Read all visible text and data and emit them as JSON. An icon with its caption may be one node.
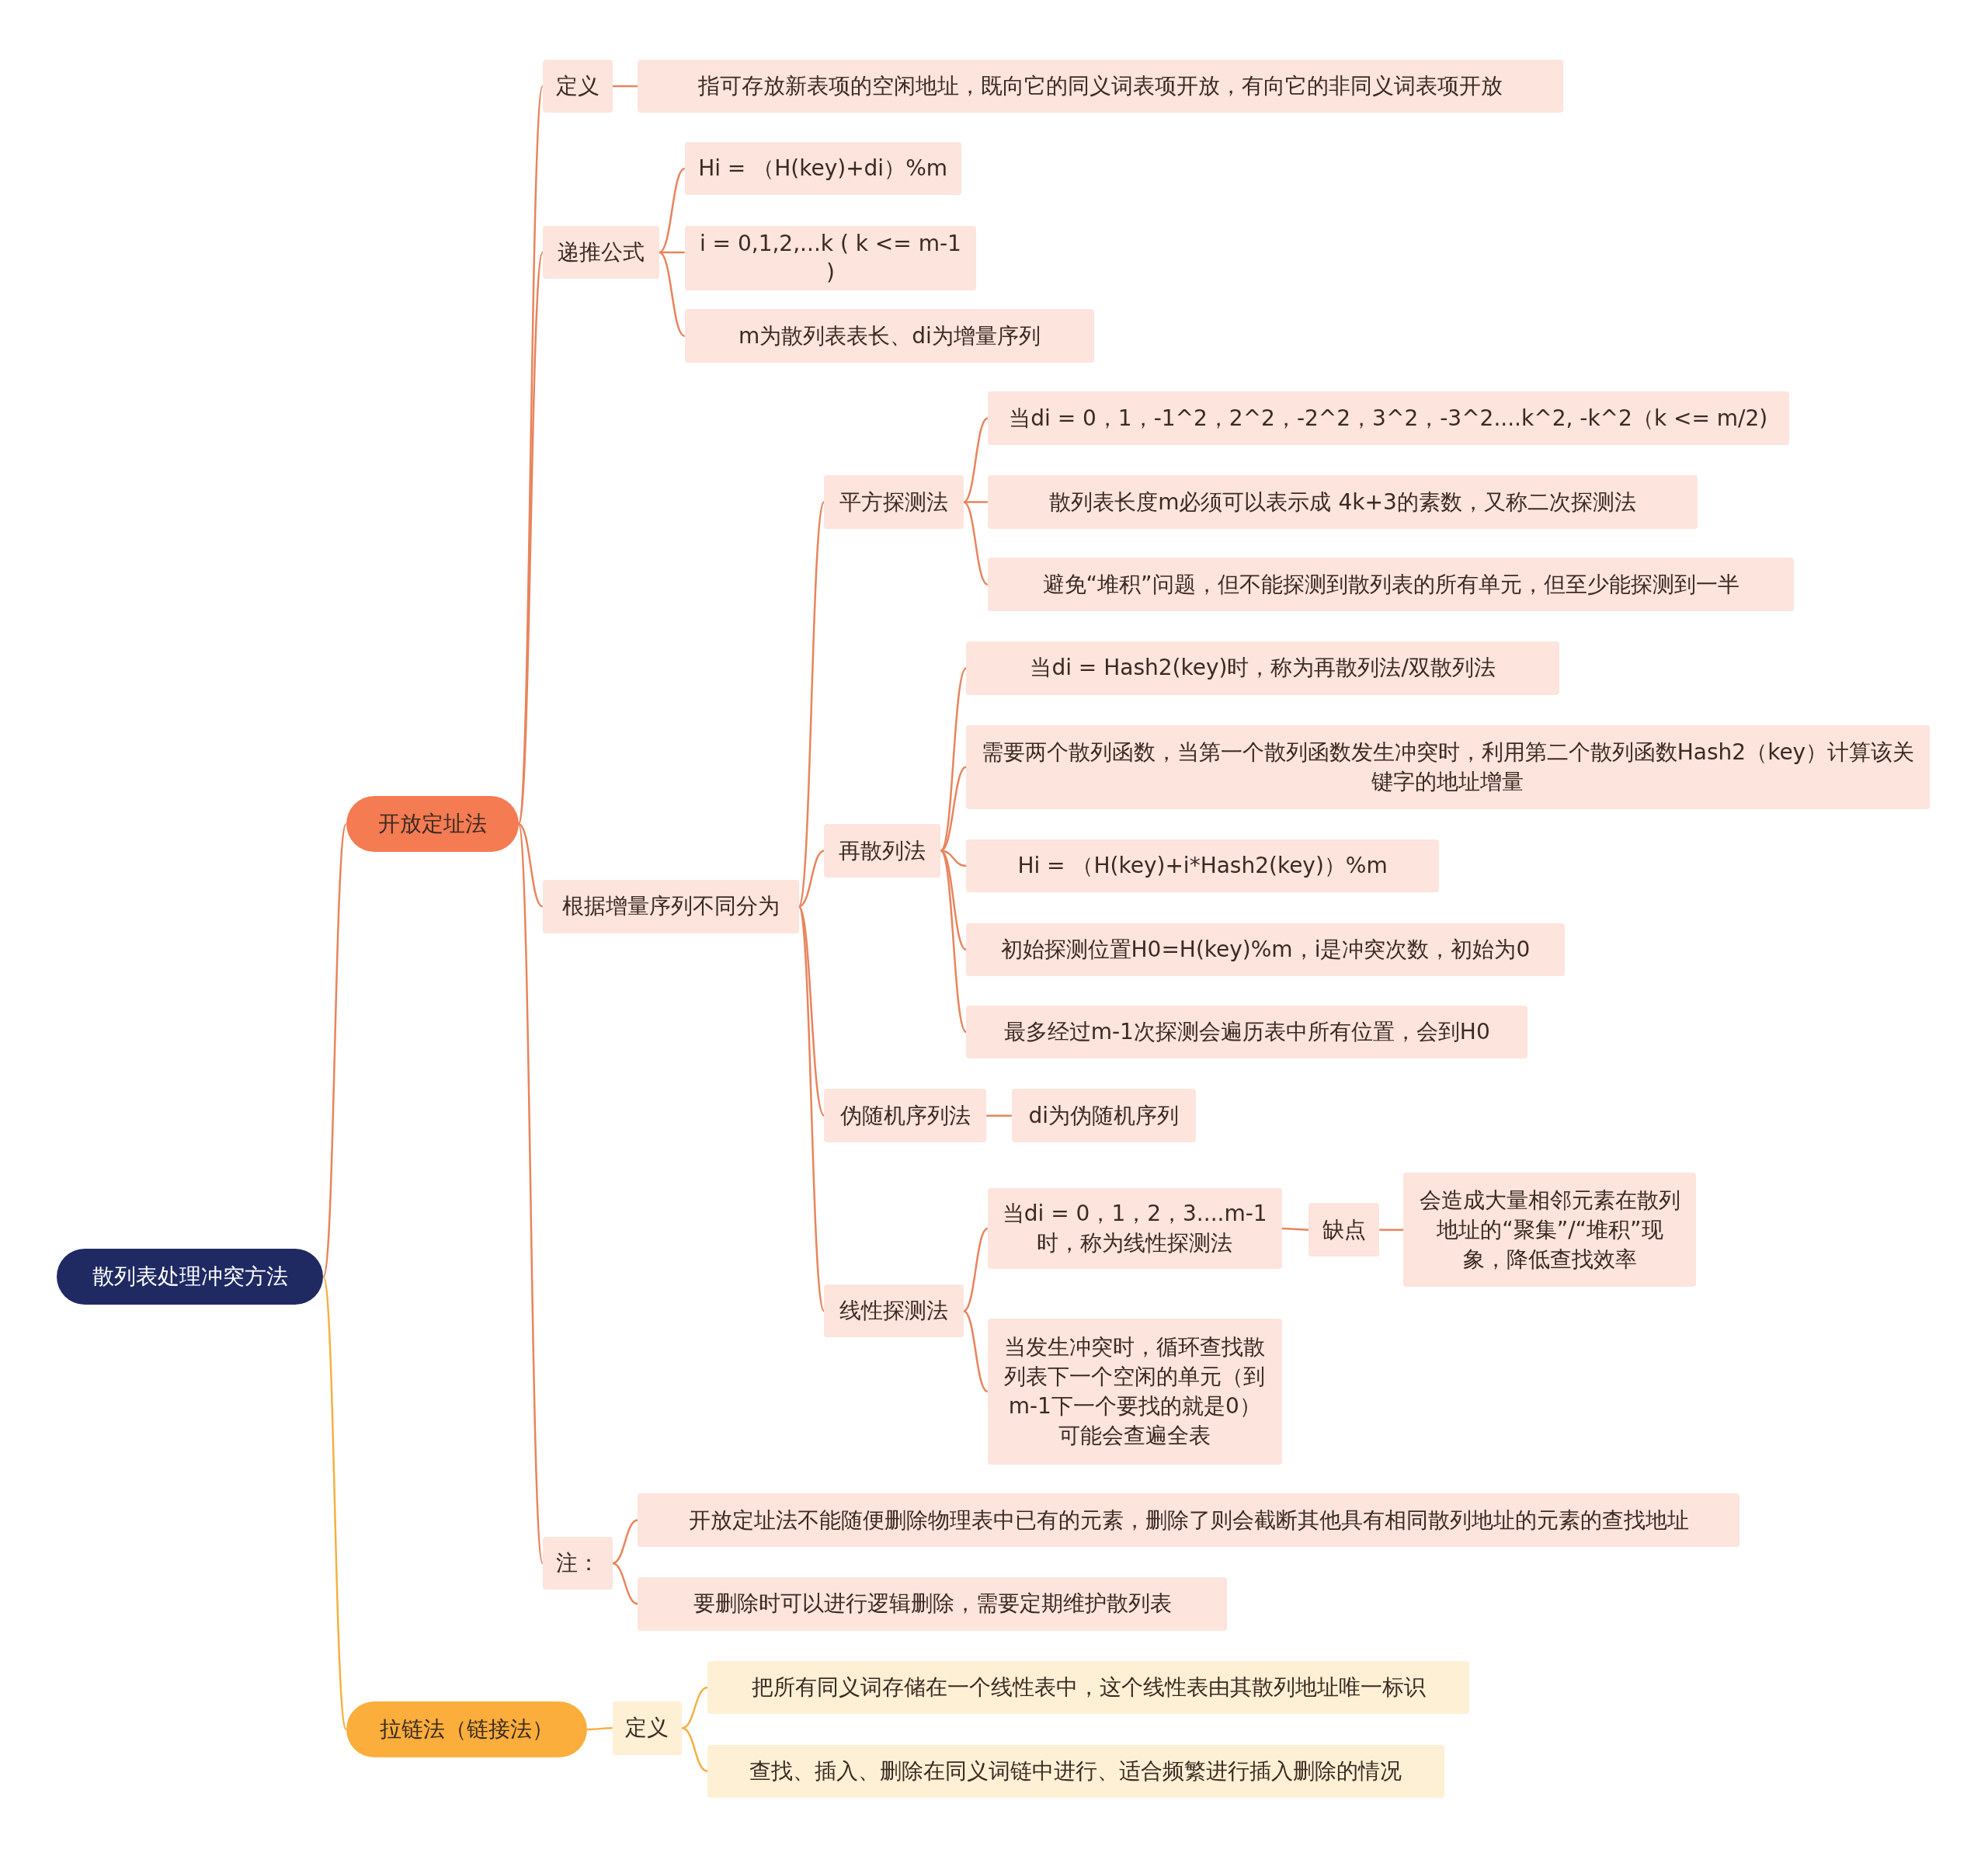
{
  "diagram": {
    "nodes": [
      {
        "text": [
          "散列表处理冲突方法"
        ]
      },
      {
        "text": [
          "开放定址法"
        ]
      },
      {
        "text": [
          "定义"
        ]
      },
      {
        "text": [
          "指可存放新表项的空闲地址，既向它的同义词表项开放，有向它的非同义词表项开放"
        ]
      },
      {
        "text": [
          "递推公式"
        ]
      },
      {
        "text": [
          "Hi = （H(key)+di）%m"
        ]
      },
      {
        "text": [
          "i = 0,1,2,...k ( k <= m-1 )"
        ]
      },
      {
        "text": [
          "m为散列表表长、di为增量序列"
        ]
      },
      {
        "text": [
          "根据增量序列不同分为"
        ]
      },
      {
        "text": [
          "平方探测法"
        ]
      },
      {
        "text": [
          "当di = 0，1，-1^2，2^2，-2^2，3^2，-3^2....k^2, -k^2（k <= m/2)"
        ]
      },
      {
        "text": [
          "散列表长度m必须可以表示成 4k+3的素数，又称二次探测法"
        ]
      },
      {
        "text": [
          "避免“堆积”问题，但不能探测到散列表的所有单元，但至少能探测到一半"
        ]
      },
      {
        "text": [
          "再散列法"
        ]
      },
      {
        "text": [
          "当di = Hash2(key)时，称为再散列法/双散列法"
        ]
      },
      {
        "text": [
          "需要两个散列函数，当第一个散列函数发生冲突时，利用第二个散列函数Hash2（key）计算该关键字的地址增量"
        ]
      },
      {
        "text": [
          "Hi = （H(key)+i*Hash2(key)）%m"
        ]
      },
      {
        "text": [
          "初始探测位置H0=H(key)%m，i是冲突次数，初始为0"
        ]
      },
      {
        "text": [
          "最多经过m-1次探测会遍历表中所有位置，会到H0"
        ]
      },
      {
        "text": [
          "伪随机序列法"
        ]
      },
      {
        "text": [
          "di为伪随机序列"
        ]
      },
      {
        "text": [
          "线性探测法"
        ]
      },
      {
        "text": [
          "当di = 0，1，2，3....m-1时，称为线性探测法"
        ]
      },
      {
        "text": [
          "缺点"
        ]
      },
      {
        "text": [
          "会造成大量相邻元素在散列地址的“聚集”/“堆积”现象，降低查找效率"
        ]
      },
      {
        "text": [
          "当发生冲突时，循环查找散列表下一个空闲的单元（到m-1下一个要找的就是0）可能会查遍全表"
        ]
      },
      {
        "text": [
          "注："
        ]
      },
      {
        "text": [
          "开放定址法不能随便删除物理表中已有的元素，删除了则会截断其他具有相同散列地址的元素的查找地址"
        ]
      },
      {
        "text": [
          "要删除时可以进行逻辑删除，需要定期维护散列表"
        ]
      },
      {
        "text": [
          "拉链法（链接法）"
        ]
      },
      {
        "text": [
          "定义"
        ]
      },
      {
        "text": [
          "把所有同义词存储在一个线性表中，这个线性表由其散列地址唯一标识"
        ]
      },
      {
        "text": [
          "查找、插入、删除在同义词链中进行、适合频繁进行插入删除的情况"
        ]
      }
    ],
    "edges": [
      {
        "from": 0,
        "to": 1,
        "arrow": "none"
      },
      {
        "from": 0,
        "to": 29,
        "arrow": "none",
        "color": "#f5b041"
      },
      {
        "from": 1,
        "to": 2,
        "arrow": "none"
      },
      {
        "from": 2,
        "to": 3,
        "arrow": "none"
      },
      {
        "from": 1,
        "to": 4,
        "arrow": "none"
      },
      {
        "from": 4,
        "to": 5,
        "arrow": "none"
      },
      {
        "from": 4,
        "to": 6,
        "arrow": "none"
      },
      {
        "from": 4,
        "to": 7,
        "arrow": "none"
      },
      {
        "from": 1,
        "to": 8,
        "arrow": "none"
      },
      {
        "from": 8,
        "to": 9,
        "arrow": "none"
      },
      {
        "from": 9,
        "to": 10,
        "arrow": "none"
      },
      {
        "from": 9,
        "to": 11,
        "arrow": "none"
      },
      {
        "from": 9,
        "to": 12,
        "arrow": "none"
      },
      {
        "from": 8,
        "to": 13,
        "arrow": "none"
      },
      {
        "from": 13,
        "to": 14,
        "arrow": "none"
      },
      {
        "from": 13,
        "to": 15,
        "arrow": "none"
      },
      {
        "from": 13,
        "to": 16,
        "arrow": "none"
      },
      {
        "from": 13,
        "to": 17,
        "arrow": "none"
      },
      {
        "from": 13,
        "to": 18,
        "arrow": "none"
      },
      {
        "from": 8,
        "to": 19,
        "arrow": "none"
      },
      {
        "from": 19,
        "to": 20,
        "arrow": "none"
      },
      {
        "from": 8,
        "to": 21,
        "arrow": "none"
      },
      {
        "from": 21,
        "to": 22,
        "arrow": "none"
      },
      {
        "from": 22,
        "to": 23,
        "arrow": "none"
      },
      {
        "from": 23,
        "to": 24,
        "arrow": "none"
      },
      {
        "from": 21,
        "to": 25,
        "arrow": "none"
      },
      {
        "from": 1,
        "to": 26,
        "arrow": "none"
      },
      {
        "from": 26,
        "to": 27,
        "arrow": "none"
      },
      {
        "from": 26,
        "to": 28,
        "arrow": "none"
      },
      {
        "from": 29,
        "to": 30,
        "arrow": "none",
        "color": "#f5b041"
      },
      {
        "from": 30,
        "to": 31,
        "arrow": "none",
        "color": "#f5b041"
      },
      {
        "from": 30,
        "to": 32,
        "arrow": "none",
        "color": "#f5b041"
      }
    ]
  }
}
